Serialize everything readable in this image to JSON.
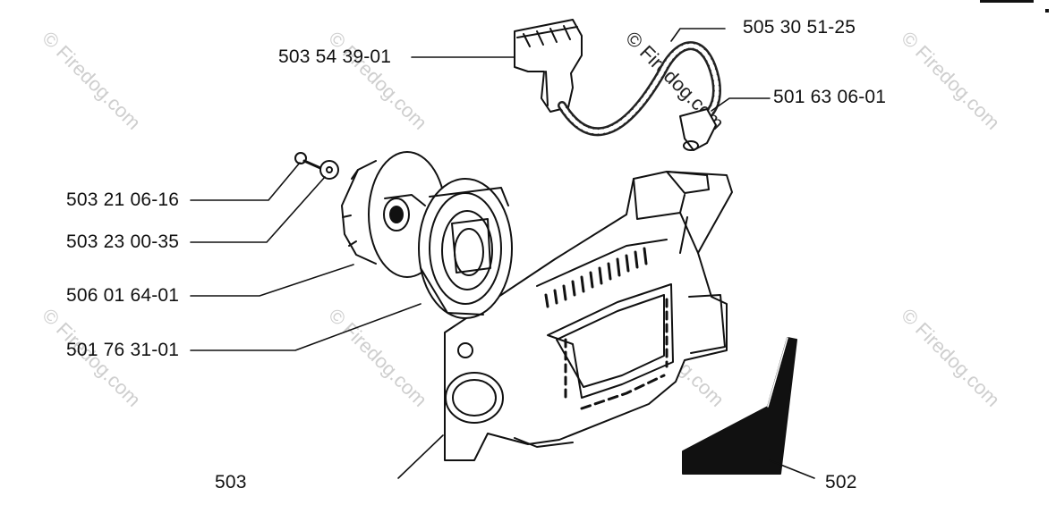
{
  "diagram": {
    "part_labels": [
      "505 30 51-25",
      "503 54 39-01",
      "501 63 06-01",
      "503 21 06-16",
      "503 23 00-35",
      "506 01 64-01",
      "501 76 31-01",
      "503 ",
      "502 "
    ],
    "watermark": "© Firedog.com",
    "colors": {
      "ink": "#111111",
      "watermark": "#c9c9c9",
      "background": "#ffffff"
    }
  }
}
